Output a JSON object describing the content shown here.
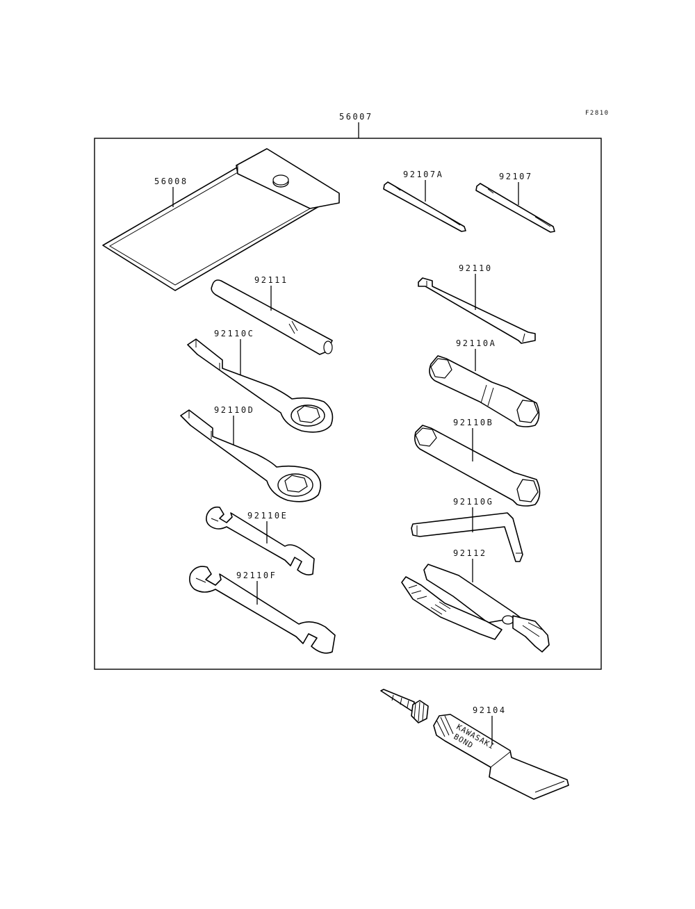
{
  "figure_id": "F2810",
  "kit": {
    "part_number": "56007"
  },
  "parts": [
    {
      "key": "p56008",
      "part_number": "56008"
    },
    {
      "key": "p92107A",
      "part_number": "92107A"
    },
    {
      "key": "p92107",
      "part_number": "92107"
    },
    {
      "key": "p92111",
      "part_number": "92111"
    },
    {
      "key": "p92110",
      "part_number": "92110"
    },
    {
      "key": "p92110C",
      "part_number": "92110C"
    },
    {
      "key": "p92110A",
      "part_number": "92110A"
    },
    {
      "key": "p92110D",
      "part_number": "92110D"
    },
    {
      "key": "p92110B",
      "part_number": "92110B"
    },
    {
      "key": "p92110E",
      "part_number": "92110E"
    },
    {
      "key": "p92110G",
      "part_number": "92110G"
    },
    {
      "key": "p92110F",
      "part_number": "92110F"
    },
    {
      "key": "p92112",
      "part_number": "92112"
    },
    {
      "key": "p92104",
      "part_number": "92104"
    }
  ],
  "tube_print": {
    "line1": "KAWASAKI",
    "line2": "BOND"
  }
}
